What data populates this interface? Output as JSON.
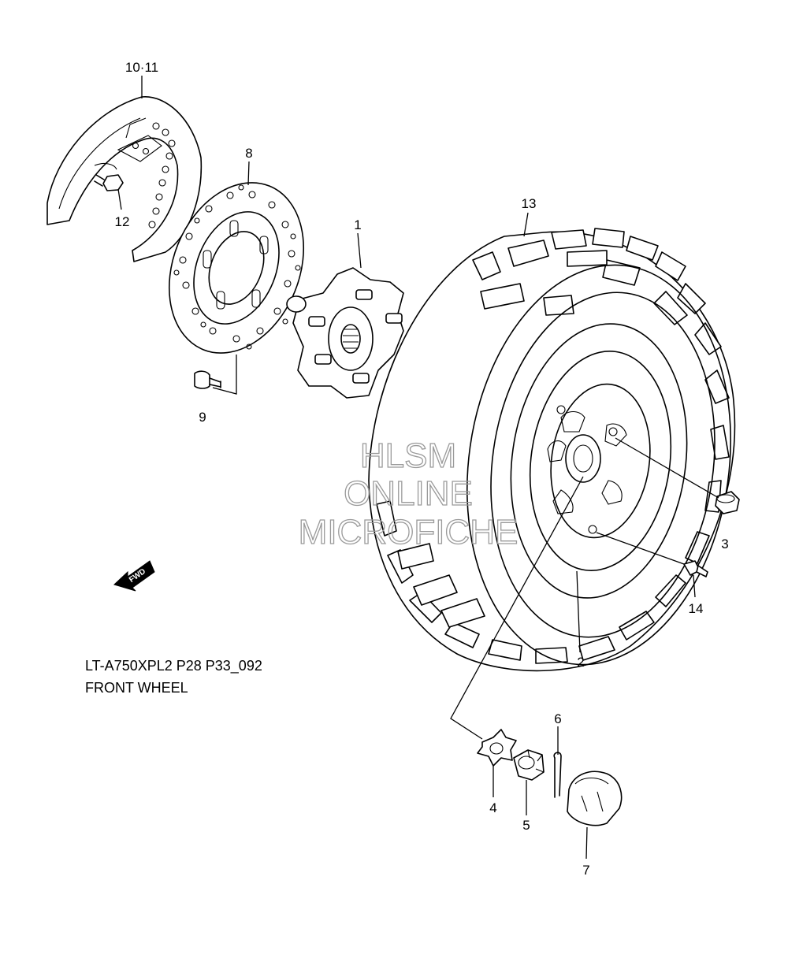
{
  "diagram": {
    "callouts": [
      {
        "id": "c1",
        "label": "1"
      },
      {
        "id": "c2",
        "label": "2"
      },
      {
        "id": "c3",
        "label": "3"
      },
      {
        "id": "c4",
        "label": "4"
      },
      {
        "id": "c5",
        "label": "5"
      },
      {
        "id": "c6",
        "label": "6"
      },
      {
        "id": "c7",
        "label": "7"
      },
      {
        "id": "c8",
        "label": "8"
      },
      {
        "id": "c9",
        "label": "9"
      },
      {
        "id": "c10",
        "label": "10·11"
      },
      {
        "id": "c12",
        "label": "12"
      },
      {
        "id": "c13",
        "label": "13"
      },
      {
        "id": "c14",
        "label": "14"
      }
    ],
    "caption_line1": "LT-A750XPL2 P28 P33_092",
    "caption_line2": "FRONT WHEEL",
    "fwd_label": "FWD",
    "watermark": {
      "line1": "HLSM",
      "line2": "ONLINE",
      "line3": "MICROFICHE"
    }
  }
}
